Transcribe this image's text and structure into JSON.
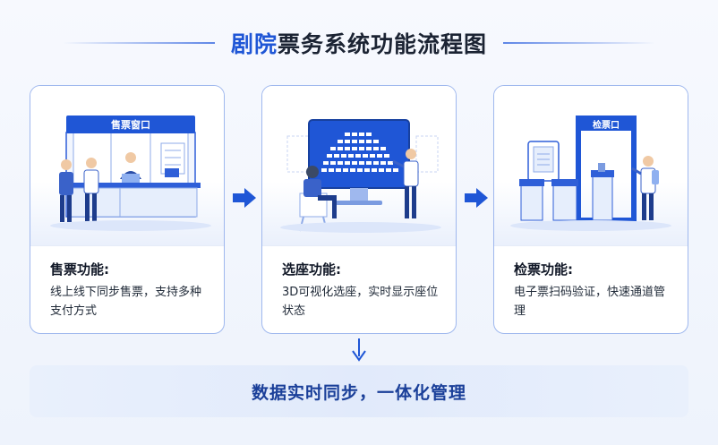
{
  "title": {
    "highlight": "剧院",
    "rest": "票务系统功能流程图"
  },
  "cards": [
    {
      "sign_text": "售票窗口",
      "title": "售票功能:",
      "description": "线上线下同步售票，支持多种支付方式"
    },
    {
      "title": "选座功能:",
      "description": "3D可视化选座，实时显示座位状态"
    },
    {
      "sign_text": "检票口",
      "title": "检票功能:",
      "description": "电子票扫码验证，快速通道管理"
    }
  ],
  "bottom_text": "数据实时同步，一体化管理",
  "colors": {
    "accent": "#1f56d6",
    "border": "#9fb8ee",
    "bar_text": "#1a3f99"
  }
}
